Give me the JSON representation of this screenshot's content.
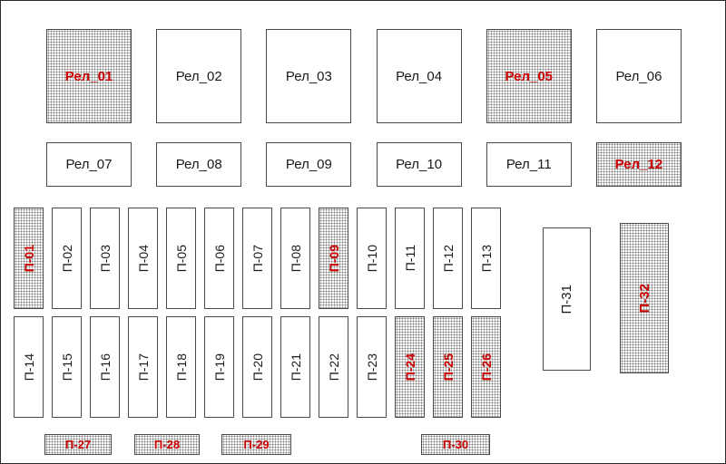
{
  "colors": {
    "highlight_text": "#cc0000",
    "normal_text": "#1a1a1a",
    "box_border": "#4a4a4a",
    "stipple_dot": "#7f7f7f"
  },
  "relays_row1": [
    {
      "label": "Рел_01",
      "highlighted": true
    },
    {
      "label": "Рел_02",
      "highlighted": false
    },
    {
      "label": "Рел_03",
      "highlighted": false
    },
    {
      "label": "Рел_04",
      "highlighted": false
    },
    {
      "label": "Рел_05",
      "highlighted": true
    },
    {
      "label": "Рел_06",
      "highlighted": false
    }
  ],
  "relays_row2": [
    {
      "label": "Рел_07",
      "highlighted": false
    },
    {
      "label": "Рел_08",
      "highlighted": false
    },
    {
      "label": "Рел_09",
      "highlighted": false
    },
    {
      "label": "Рел_10",
      "highlighted": false
    },
    {
      "label": "Рел_11",
      "highlighted": false
    },
    {
      "label": "Рел_12",
      "highlighted": true
    }
  ],
  "fuses_row1": [
    {
      "label": "П-01",
      "highlighted": true
    },
    {
      "label": "П-02",
      "highlighted": false
    },
    {
      "label": "П-03",
      "highlighted": false
    },
    {
      "label": "П-04",
      "highlighted": false
    },
    {
      "label": "П-05",
      "highlighted": false
    },
    {
      "label": "П-06",
      "highlighted": false
    },
    {
      "label": "П-07",
      "highlighted": false
    },
    {
      "label": "П-08",
      "highlighted": false
    },
    {
      "label": "П-09",
      "highlighted": true
    },
    {
      "label": "П-10",
      "highlighted": false
    },
    {
      "label": "П-11",
      "highlighted": false
    },
    {
      "label": "П-12",
      "highlighted": false
    },
    {
      "label": "П-13",
      "highlighted": false
    }
  ],
  "fuses_row2": [
    {
      "label": "П-14",
      "highlighted": false
    },
    {
      "label": "П-15",
      "highlighted": false
    },
    {
      "label": "П-16",
      "highlighted": false
    },
    {
      "label": "П-17",
      "highlighted": false
    },
    {
      "label": "П-18",
      "highlighted": false
    },
    {
      "label": "П-19",
      "highlighted": false
    },
    {
      "label": "П-20",
      "highlighted": false
    },
    {
      "label": "П-21",
      "highlighted": false
    },
    {
      "label": "П-22",
      "highlighted": false
    },
    {
      "label": "П-23",
      "highlighted": false
    },
    {
      "label": "П-24",
      "highlighted": true
    },
    {
      "label": "П-25",
      "highlighted": true
    },
    {
      "label": "П-26",
      "highlighted": true
    }
  ],
  "fuses_side": [
    {
      "label": "П-31",
      "highlighted": false
    },
    {
      "label": "П-32",
      "highlighted": true
    }
  ],
  "fuses_bottom": [
    {
      "label": "П-27",
      "highlighted": true
    },
    {
      "label": "П-28",
      "highlighted": true
    },
    {
      "label": "П-29",
      "highlighted": true
    },
    {
      "label": "П-30",
      "highlighted": true
    }
  ]
}
